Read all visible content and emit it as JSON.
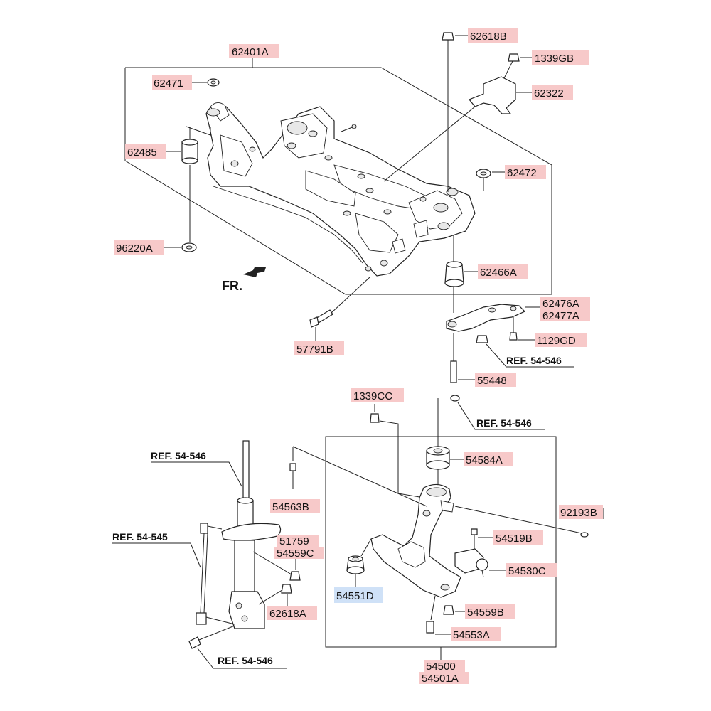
{
  "labels": {
    "l62401A": "62401A",
    "l62618B": "62618B",
    "l1339GB": "1339GB",
    "l62322": "62322",
    "l62471": "62471",
    "l62485": "62485",
    "l62472": "62472",
    "l96220A": "96220A",
    "l62466A": "62466A",
    "l62476A": "62476A",
    "l62477A": "62477A",
    "l1129GD": "1129GD",
    "l57791B": "57791B",
    "l55448": "55448",
    "l1339CC": "1339CC",
    "l54584A": "54584A",
    "l92193B": "92193B",
    "l54563B": "54563B",
    "l51759": "51759",
    "l54559C": "54559C",
    "l54519B": "54519B",
    "l54530C": "54530C",
    "l54551D": "54551D",
    "l62618A": "62618A",
    "l54559B": "54559B",
    "l54553A": "54553A",
    "l54500": "54500",
    "l54501A": "54501A"
  },
  "refs": {
    "r1": "REF. 54-546",
    "r2": "REF. 54-546",
    "r3": "REF. 54-546",
    "r4": "REF. 54-545",
    "r5": "REF. 54-546"
  },
  "direction": "FR.",
  "colors": {
    "label_highlight": "#f7c9c9",
    "selected_highlight": "#cfe1f7",
    "line": "#222222"
  },
  "selected_part": "54551D"
}
